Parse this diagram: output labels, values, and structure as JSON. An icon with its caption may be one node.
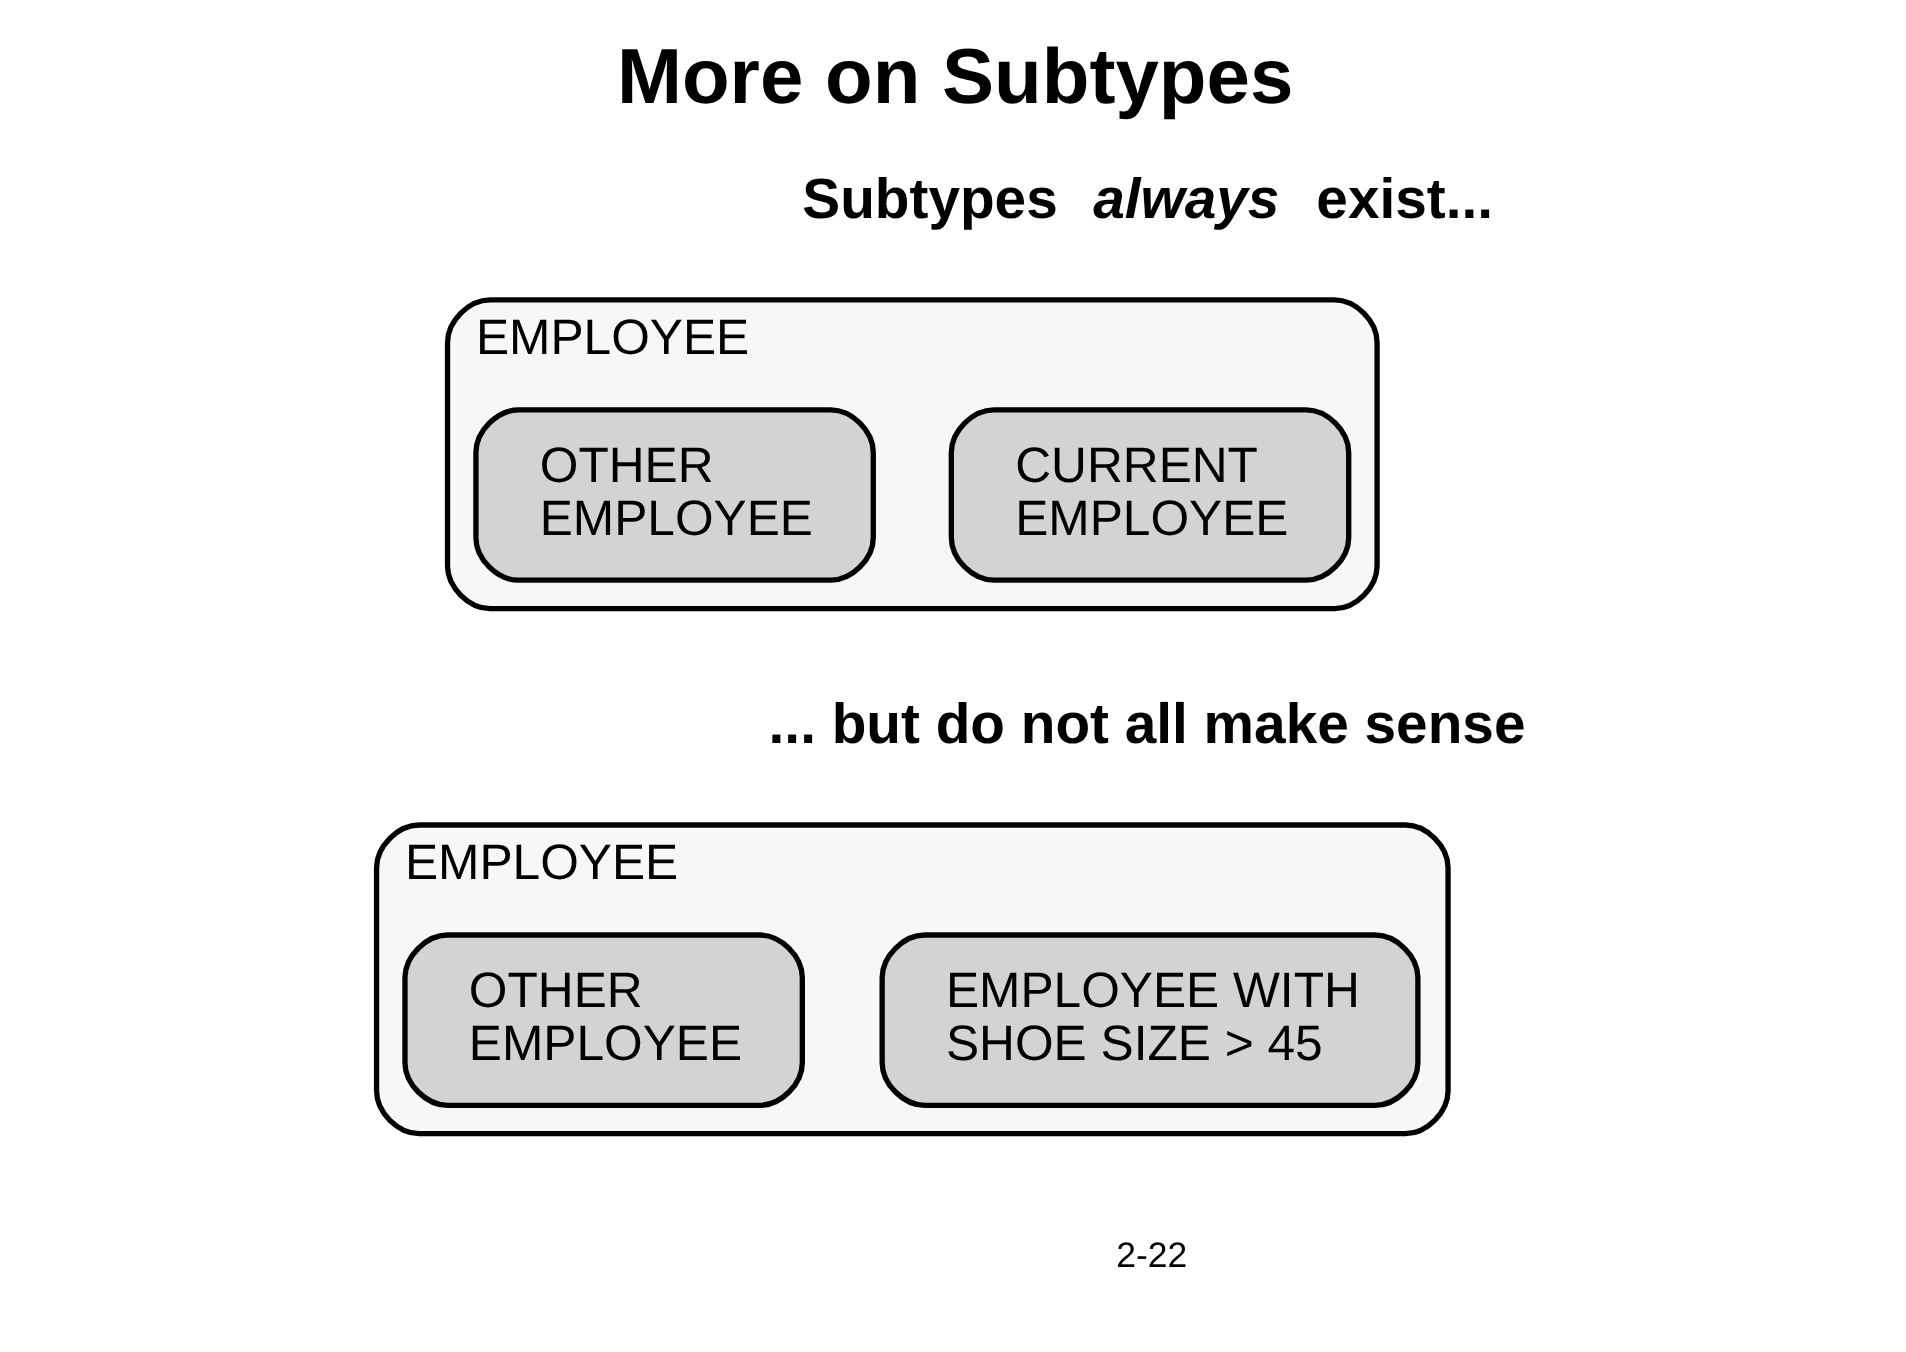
{
  "diagram": {
    "title": "More on Subtypes",
    "nodes": [
      {
        "text": [
          "EMPLOYEE"
        ]
      },
      {
        "text": [
          "CURRENT EMPLOYEE"
        ],
        "in": 0
      },
      {
        "text": [
          "OTHER EMPLOYEE"
        ],
        "in": 0
      },
      {
        "text": [
          "EMPLOYEE"
        ]
      },
      {
        "text": [
          "EMPLOYEE WITH SHOE SIZE > 45"
        ],
        "in": 3
      },
      {
        "text": [
          "OTHER EMPLOYEE"
        ],
        "in": 3
      }
    ],
    "labels": [
      "Subtypes *always* exist...",
      "... but do not all make sense",
      "2-22"
    ]
  }
}
